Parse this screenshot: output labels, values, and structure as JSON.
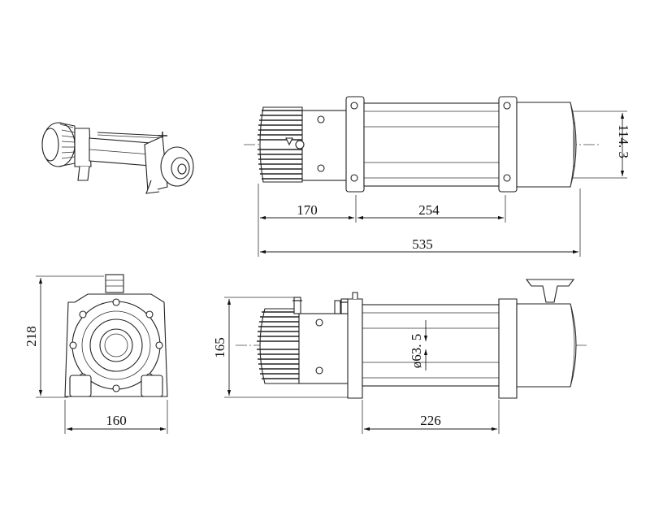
{
  "dimensions": {
    "motor_length": "170",
    "drum_span_top": "254",
    "overall_length": "535",
    "side_height": "114. 3",
    "end_width": "160",
    "end_height": "218",
    "front_height": "165",
    "drum_span_bottom": "226",
    "drum_diameter": "ø63. 5"
  },
  "colors": {
    "line": "#222222",
    "background": "#ffffff"
  }
}
